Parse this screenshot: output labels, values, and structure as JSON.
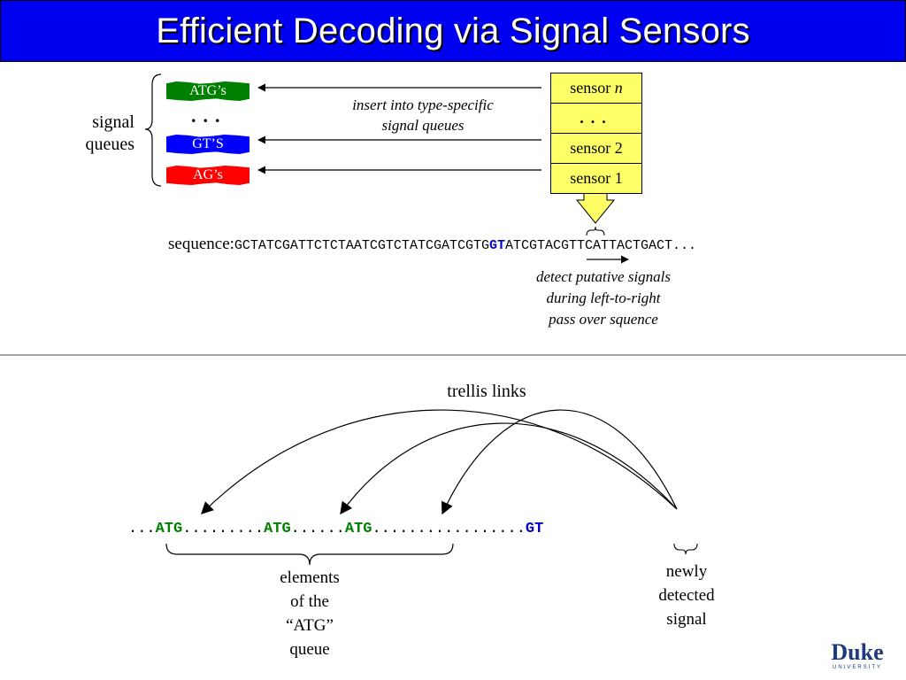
{
  "title": "Efficient Decoding via Signal Sensors",
  "signal_queues_label": {
    "line1": "signal",
    "line2": "queues"
  },
  "queues": [
    {
      "label": "ATG’s",
      "color": "#008000"
    },
    {
      "label": "GT’S",
      "color": "#0000ff"
    },
    {
      "label": "AG’s",
      "color": "#ff0000"
    }
  ],
  "queue_ellipsis": "...",
  "insert_caption": {
    "line1": "insert into type-specific",
    "line2": "signal queues"
  },
  "sensors": {
    "n_prefix": "sensor ",
    "n_italic": "n",
    "ellipsis": "...",
    "sensor2": "sensor 2",
    "sensor1": "sensor 1"
  },
  "sequence": {
    "label": "sequence:",
    "before": "GCTATCGATTCTCTAATCGTCTATCGATCGTG",
    "highlight": "GT",
    "after": "ATCGTACGTTCATTACTGACT",
    "trailing": "..."
  },
  "detect_caption": {
    "line1": "detect putative signals",
    "line2": "during left-to-right",
    "line3": "pass over squence"
  },
  "trellis_label": "trellis links",
  "trellis_row": {
    "seg0": "...",
    "atg1": "ATG",
    "seg1": ".........",
    "atg2": "ATG",
    "seg2": "......",
    "atg3": "ATG",
    "seg3": ".................",
    "gt": "GT"
  },
  "elements_caption": {
    "line1": "elements",
    "line2": "of the",
    "line3": "“ATG”",
    "line4": "queue"
  },
  "newly_caption": {
    "line1": "newly",
    "line2": "detected",
    "line3": "signal"
  },
  "logo": {
    "word": "Duke",
    "sub": "UNIVERSITY"
  },
  "colors": {
    "title_bar": "#0000f0",
    "sensor_fill": "#ffff66",
    "arrow_fill": "#ffff66",
    "highlight": "#0000cc",
    "atg": "#008000"
  }
}
